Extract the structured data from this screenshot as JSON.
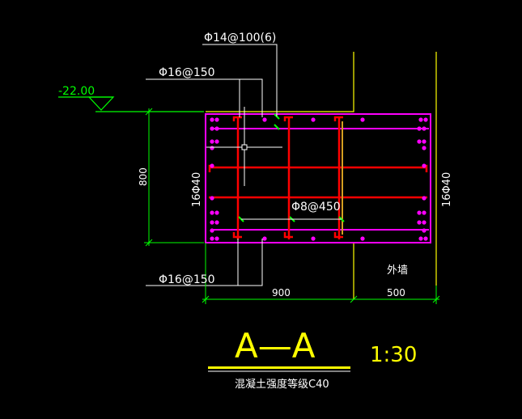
{
  "colors": {
    "background": "#000000",
    "white": "#ffffff",
    "green": "#00ff00",
    "magenta": "#ff00ff",
    "red": "#ff0000",
    "yellow": "#ffff00",
    "orange": "#d7a020"
  },
  "labels": {
    "top_bar_spec": "Φ14@100(6)",
    "top_side_spec": "Φ16@150",
    "middle_spec": "Φ8@450",
    "bottom_side_spec": "Φ16@150",
    "left_side_bars": "16Φ40",
    "right_side_bars": "16Φ40",
    "elevation": "-22.00",
    "outer_wall": "外墙"
  },
  "dimensions": {
    "height": "800",
    "width_beam": "900",
    "width_wall": "500"
  },
  "title_block": {
    "section": "A—A",
    "scale": "1:30",
    "note": "混凝土强度等级C40"
  }
}
